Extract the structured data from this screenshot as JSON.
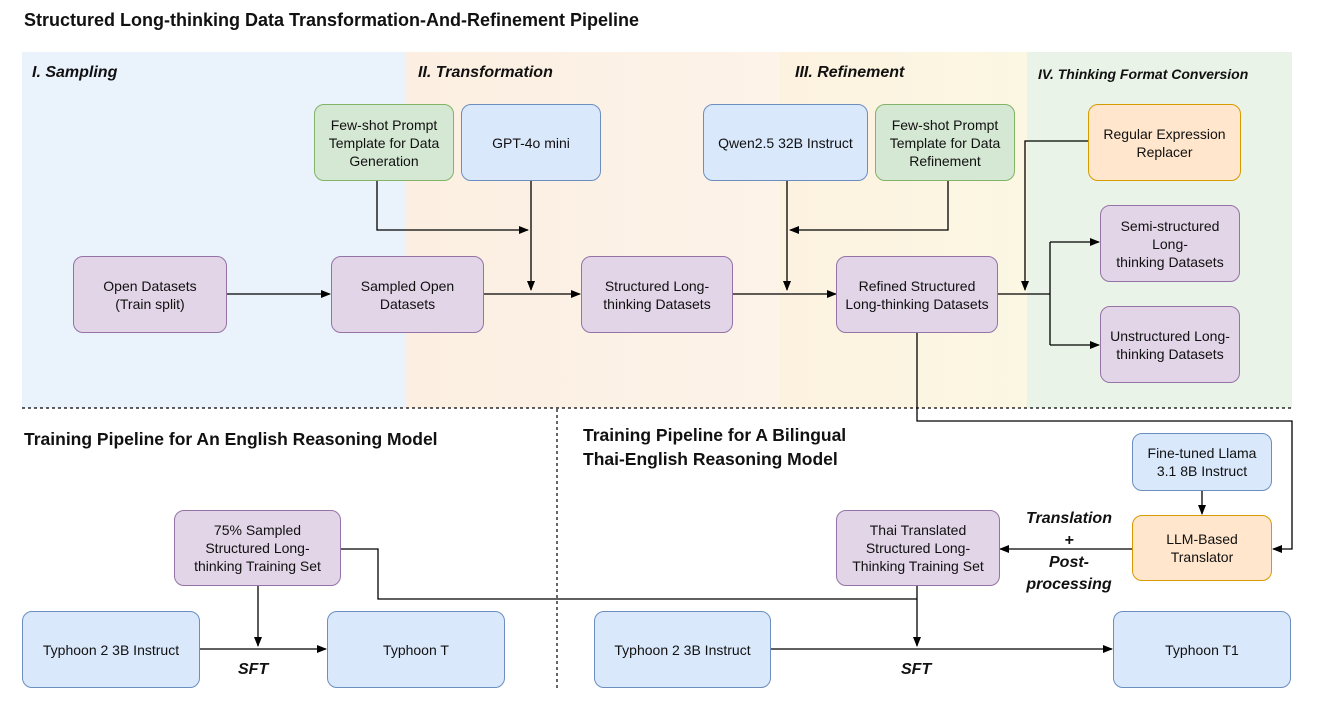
{
  "title": "Structured Long-thinking Data Transformation-And-Refinement Pipeline",
  "colors": {
    "sampling_bg": "#eaf2fc",
    "transformation_bg": "#fdf2e6",
    "refinement_bg": "#fbf6e4",
    "conversion_bg": "#e9f3e7",
    "purple_fill": "#e1d5e7",
    "green_fill": "#d5e8d4",
    "blue_fill": "#dae8fc",
    "orange_fill": "#ffe6cc"
  },
  "stages": {
    "sampling": "I. Sampling",
    "transformation": "II. Transformation",
    "refinement": "III. Refinement",
    "conversion": "IV. Thinking Format Conversion"
  },
  "nodes": {
    "open_datasets": "Open Datasets\n(Train split)",
    "sampled_open": "Sampled Open\nDatasets",
    "prompt_generation": "Few-shot Prompt\nTemplate for Data\nGeneration",
    "gpt4o_mini": "GPT-4o mini",
    "structured_long": "Structured Long-\nthinking Datasets",
    "qwen": "Qwen2.5 32B Instruct",
    "prompt_refinement": "Few-shot Prompt\nTemplate for Data\nRefinement",
    "refined_structured": "Refined Structured\nLong-thinking Datasets",
    "regex_replacer": "Regular Expression\nReplacer",
    "semi_structured": "Semi-structured\nLong-\nthinking Datasets",
    "unstructured": "Unstructured Long-\nthinking Datasets",
    "sampled_75": "75% Sampled\nStructured Long-\nthinking Training Set",
    "typhoon2_left": "Typhoon 2 3B Instruct",
    "typhoon_t": "Typhoon T",
    "thai_translated": "Thai Translated\nStructured Long-\nThinking Training Set",
    "finetuned_llama": "Fine-tuned Llama\n3.1 8B Instruct",
    "llm_translator": "LLM-Based\nTranslator",
    "typhoon2_right": "Typhoon 2 3B Instruct",
    "typhoon_t1": "Typhoon T1"
  },
  "sections": {
    "english": "Training Pipeline for An English Reasoning Model",
    "bilingual": "Training Pipeline for A Bilingual\nThai-English Reasoning Model"
  },
  "edge_labels": {
    "sft_left": "SFT",
    "sft_right": "SFT",
    "translation": "Translation\n+\nPost-\nprocessing"
  }
}
